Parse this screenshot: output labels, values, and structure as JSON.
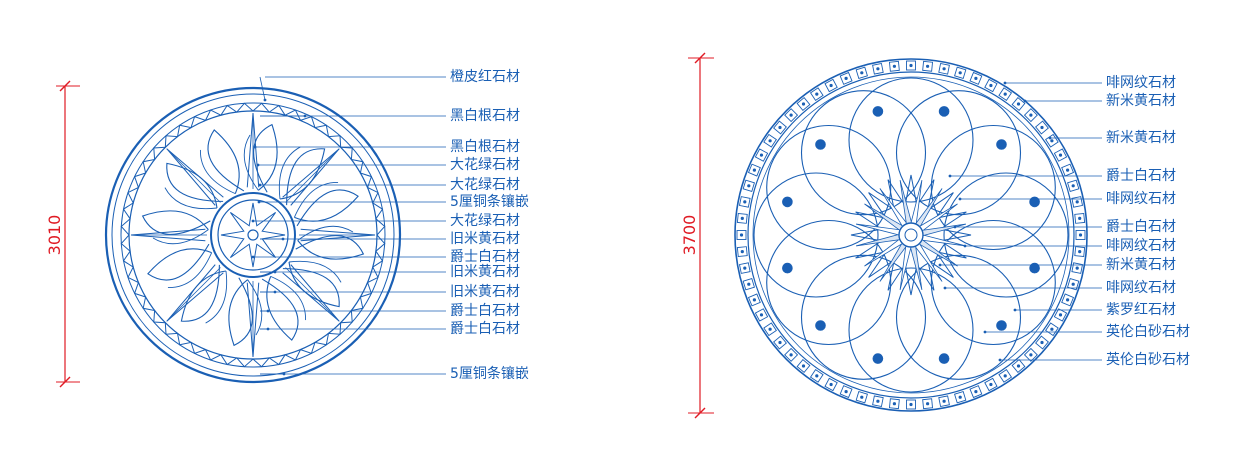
{
  "left_plan": {
    "dimension": "3010",
    "labels": [
      "橙皮红石材",
      "黑白根石材",
      "黑白根石材",
      "大花绿石材",
      "大花绿石材",
      "5厘铜条镶嵌",
      "大花绿石材",
      "旧米黄石材",
      "爵士白石材",
      "旧米黄石材",
      "旧米黄石材",
      "爵士白石材",
      "爵士白石材",
      "5厘铜条镶嵌"
    ]
  },
  "right_plan": {
    "dimension": "3700",
    "labels": [
      "啡网纹石材",
      "新米黄石材",
      "新米黄石材",
      "爵士白石材",
      "啡网纹石材",
      "爵士白石材",
      "啡网纹石材",
      "新米黄石材",
      "啡网纹石材",
      "紫罗红石材",
      "英伦白砂石材",
      "英伦白砂石材"
    ]
  },
  "colors": {
    "linework": "#1a5fb4",
    "dimension": "#e01b24"
  }
}
